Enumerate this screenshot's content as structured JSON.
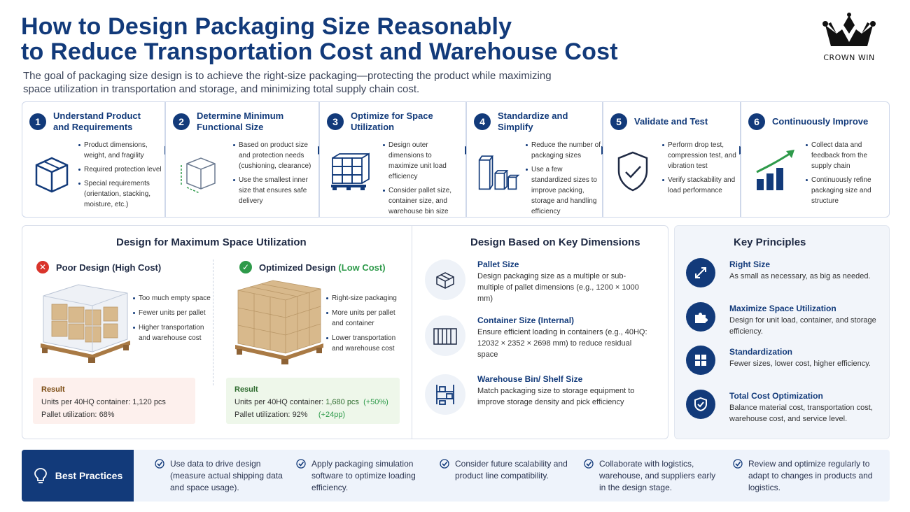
{
  "title_line1": "How to Design Packaging Size Reasonably",
  "title_line2": "to Reduce Transportation Cost and Warehouse Cost",
  "subtitle": "The goal of packaging size design is to achieve the right-size packaging—protecting the product while maximizing space utilization in transportation and storage, and minimizing total supply chain cost.",
  "logo_text": "CROWN WIN",
  "steps": [
    {
      "num": "1",
      "title": "Understand Product and Requirements",
      "icon": "box-icon",
      "items": [
        "Product dimensions, weight, and fragility",
        "Required protection level",
        "Special requirements (orientation, stacking, moisture, etc.)"
      ]
    },
    {
      "num": "2",
      "title": "Determine Minimum Functional Size",
      "icon": "dimension-box-icon",
      "items": [
        "Based on product size and protection needs (cushioning, clearance)",
        "Use the smallest inner size that ensures safe delivery"
      ]
    },
    {
      "num": "3",
      "title": "Optimize for Space Utilization",
      "icon": "pallet-stack-icon",
      "items": [
        "Design outer dimensions to maximize unit load efficiency",
        "Consider pallet size, container size, and warehouse bin size"
      ]
    },
    {
      "num": "4",
      "title": "Standardize and Simplify",
      "icon": "standard-boxes-icon",
      "items": [
        "Reduce the number of packaging sizes",
        "Use a few standardized sizes to improve packing, storage and handling efficiency"
      ]
    },
    {
      "num": "5",
      "title": "Validate and Test",
      "icon": "shield-check-icon",
      "items": [
        "Perform drop test, compression test, and vibration test",
        "Verify stackability and load performance"
      ]
    },
    {
      "num": "6",
      "title": "Continuously Improve",
      "icon": "growth-chart-icon",
      "items": [
        "Collect data and feedback from the supply chain",
        "Continuously refine packaging size and structure"
      ]
    }
  ],
  "space": {
    "title": "Design for Maximum Space Utilization",
    "poor": {
      "heading": "Poor Design (High Cost)",
      "items": [
        "Too much empty space",
        "Fewer units per pallet",
        "Higher transportation and warehouse cost"
      ],
      "result_title": "Result",
      "units_label": "Units per 40HQ container:",
      "units_value": "1,120 pcs",
      "pallet_label": "Pallet utilization:",
      "pallet_value": "68%"
    },
    "optimized": {
      "heading_main": "Optimized Design",
      "heading_paren": "(Low Cost)",
      "items": [
        "Right-size packaging",
        "More units per pallet and container",
        "Lower transportation and warehouse cost"
      ],
      "result_title": "Result",
      "units_label": "Units per 40HQ container:",
      "units_value": "1,680 pcs",
      "units_delta": "(+50%)",
      "pallet_label": "Pallet utilization:",
      "pallet_value": "92%",
      "pallet_delta": "(+24pp)"
    }
  },
  "key_dims": {
    "title": "Design Based on Key Dimensions",
    "items": [
      {
        "icon": "pallet-icon",
        "title": "Pallet Size",
        "text": "Design packaging size as a multiple or sub-multiple of pallet dimensions (e.g., 1200 × 1000 mm)"
      },
      {
        "icon": "container-icon",
        "title": "Container Size (Internal)",
        "text": "Ensure efficient loading in containers (e.g., 40HQ: 12032 × 2352 × 2698 mm) to reduce residual space"
      },
      {
        "icon": "shelf-icon",
        "title": "Warehouse Bin/ Shelf Size",
        "text": "Match packaging size to storage equipment to improve storage density and pick efficiency"
      }
    ]
  },
  "principles": {
    "title": "Key Principles",
    "items": [
      {
        "icon": "resize-icon",
        "title": "Right Size",
        "text": "As small as necessary, as big as needed."
      },
      {
        "icon": "puzzle-icon",
        "title": "Maximize Space Utilization",
        "text": "Design for unit load, container, and storage efficiency."
      },
      {
        "icon": "grid-icon",
        "title": "Standardization",
        "text": "Fewer sizes, lower cost, higher efficiency."
      },
      {
        "icon": "shield-check-icon",
        "title": "Total Cost Optimization",
        "text": "Balance material cost, transportation cost, warehouse cost, and service level."
      }
    ]
  },
  "best_practices": {
    "label": "Best Practices",
    "items": [
      "Use data to drive design (measure actual shipping data and space usage).",
      "Apply packaging simulation software to optimize loading efficiency.",
      "Consider future scalability and product line compatibility.",
      "Collaborate with logistics, warehouse, and suppliers early in the design stage.",
      "Review and optimize regularly to adapt to changes in products and logistics."
    ]
  },
  "colors": {
    "navy": "#123a7a",
    "red": "#d9342b",
    "green": "#2e9a4a",
    "poor_bg": "#fdf0ed",
    "opt_bg": "#eef7ea"
  }
}
